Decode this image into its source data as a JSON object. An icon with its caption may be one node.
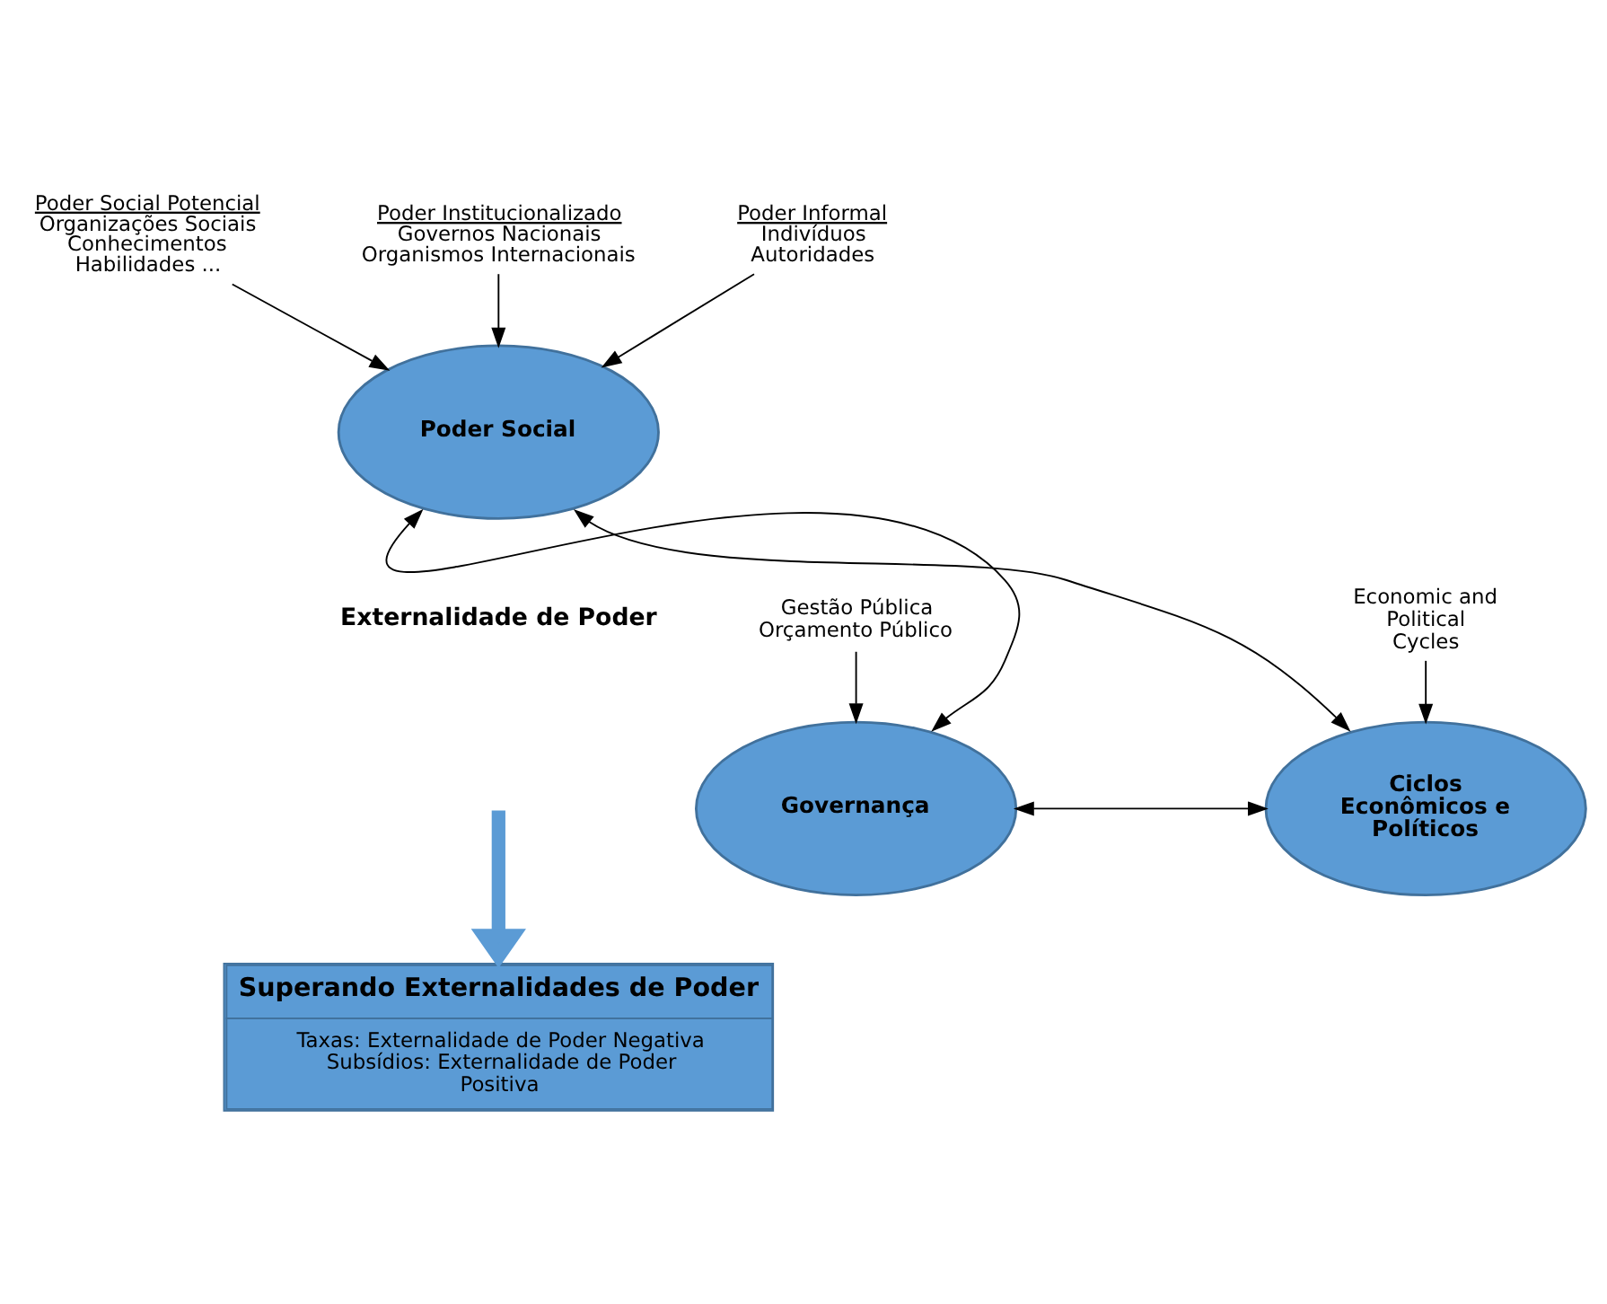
{
  "diagram": {
    "nodes": [
      {
        "text": [
          "Poder Social Potencial",
          "Organizações Sociais Conhecimentos Habilidades ..."
        ]
      },
      {
        "text": [
          "Poder Institucionalizado",
          "Governos Nacionais Organismos Internacionais"
        ]
      },
      {
        "text": [
          "Poder Informal",
          "Indivíduos Autoridades"
        ]
      },
      {
        "text": [
          "Poder Social"
        ]
      },
      {
        "text": [
          "Gestão Pública Orçamento Público"
        ]
      },
      {
        "text": [
          "Governança"
        ]
      },
      {
        "text": [
          "Economic and Political Cycles"
        ]
      },
      {
        "text": [
          "Ciclos Econômicos e Políticos"
        ]
      },
      {
        "text": [
          "Superando Externalidades de Poder",
          "Taxas: Externalidade de Poder Negativa Subsídios: Externalidade de Poder Positiva"
        ]
      }
    ],
    "edges": [
      {
        "from": 0,
        "to": 3,
        "arrow": "to"
      },
      {
        "from": 1,
        "to": 3,
        "arrow": "to"
      },
      {
        "from": 2,
        "to": 3,
        "arrow": "to"
      },
      {
        "from": 4,
        "to": 5,
        "arrow": "to"
      },
      {
        "from": 6,
        "to": 7,
        "arrow": "to"
      },
      {
        "from": 5,
        "to": 3,
        "arrow": "both"
      },
      {
        "from": 3,
        "to": 7,
        "arrow": "both"
      },
      {
        "from": 5,
        "to": 7,
        "arrow": "both"
      },
      {
        "from": null,
        "to": 8,
        "arrow": "to",
        "style": "thick",
        "color": "#5b9bd5"
      }
    ],
    "labels": [
      "Externalidade de Poder"
    ]
  }
}
